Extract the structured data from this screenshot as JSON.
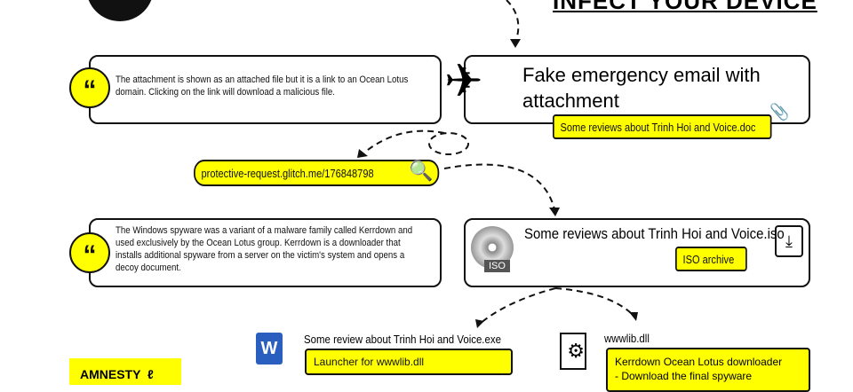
{
  "title": "INFECT YOUR DEVICE",
  "quote1": "The attachment is shown as an attached file but it is a link to an Ocean Lotus domain. Clicking on the link will download a malicious file.",
  "email": {
    "title": "Fake emergency email with attachment",
    "attachment": "Some reviews about Trinh Hoi and Voice.doc"
  },
  "url": "protective-request.glitch.me/176848798",
  "quote2": "The Windows spyware was a variant of a malware family called Kerrdown and used exclusively by the Ocean Lotus group. Kerrdown is a downloader that installs additional spyware from a server on the victim's system and opens a decoy document.",
  "iso": {
    "title": "Some reviews about Trinh Hoi and Voice.iso",
    "label": "ISO archive",
    "disc_label": "ISO"
  },
  "exe": {
    "title": "Some review about Trinh Hoi and Voice.exe",
    "label": "Launcher for wwwlib.dll",
    "icon_letter": "W"
  },
  "dll": {
    "title": "wwwlib.dll",
    "line1": "Kerrdown Ocean Lotus downloader",
    "line2": "- Download the final spyware"
  },
  "logo": "AMNESTY",
  "colors": {
    "yellow": "#ffff00",
    "black": "#111111"
  }
}
